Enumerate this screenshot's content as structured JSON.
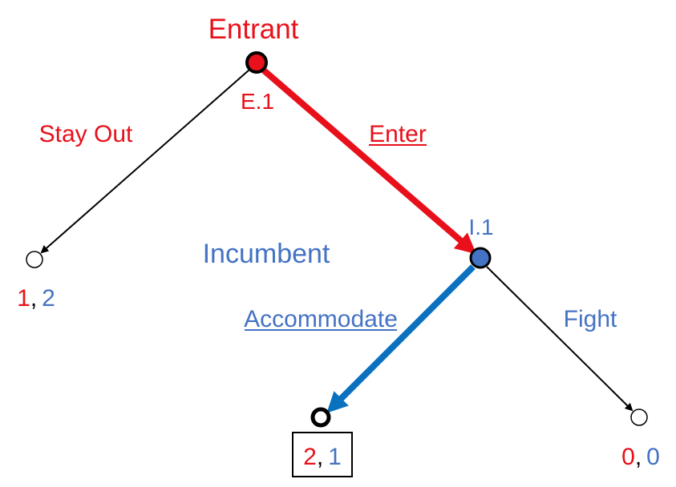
{
  "colors": {
    "entrant": "#e8101a",
    "incumbent": "#4472c4",
    "incumbent_edge": "#0a70c0",
    "black": "#000000"
  },
  "players": {
    "entrant": "Entrant",
    "incumbent": "Incumbent"
  },
  "nodes": {
    "entrant_node": "E.1",
    "incumbent_node": "I.1"
  },
  "actions": {
    "stay_out": "Stay Out",
    "enter": "Enter",
    "accommodate": "Accommodate",
    "fight": "Fight"
  },
  "payoffs": {
    "stay_out": {
      "entrant": "1",
      "sep": ",",
      "incumbent": "2"
    },
    "accommodate": {
      "entrant": "2",
      "sep": ",",
      "incumbent": "1"
    },
    "fight": {
      "entrant": "0",
      "sep": ",",
      "incumbent": "0"
    }
  }
}
